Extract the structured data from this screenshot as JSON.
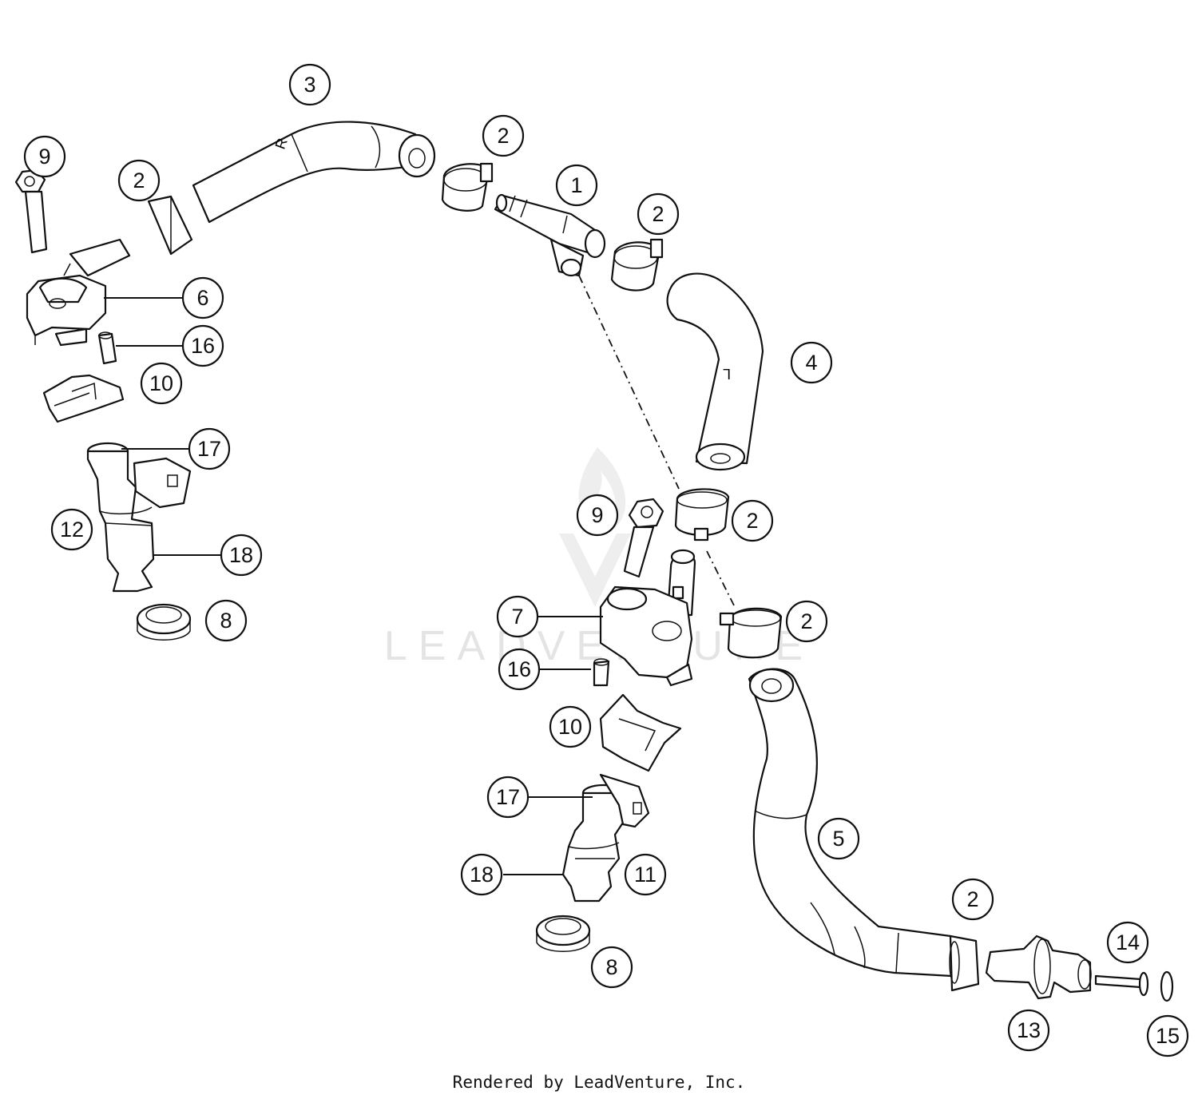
{
  "watermark": {
    "text": "LEADVENTURE",
    "logo_icon": "leadventure-flame-logo"
  },
  "footer": {
    "text": "Rendered by LeadVenture, Inc."
  },
  "hose_marks": {
    "right": "R",
    "left": "L"
  },
  "callouts": [
    {
      "id": "c1",
      "label": "1"
    },
    {
      "id": "c2a",
      "label": "2"
    },
    {
      "id": "c2b",
      "label": "2"
    },
    {
      "id": "c2c",
      "label": "2"
    },
    {
      "id": "c2d",
      "label": "2"
    },
    {
      "id": "c2e",
      "label": "2"
    },
    {
      "id": "c2f",
      "label": "2"
    },
    {
      "id": "c3",
      "label": "3"
    },
    {
      "id": "c4",
      "label": "4"
    },
    {
      "id": "c5",
      "label": "5"
    },
    {
      "id": "c6",
      "label": "6"
    },
    {
      "id": "c7",
      "label": "7"
    },
    {
      "id": "c8a",
      "label": "8"
    },
    {
      "id": "c8b",
      "label": "8"
    },
    {
      "id": "c9a",
      "label": "9"
    },
    {
      "id": "c9b",
      "label": "9"
    },
    {
      "id": "c10a",
      "label": "10"
    },
    {
      "id": "c10b",
      "label": "10"
    },
    {
      "id": "c11",
      "label": "11"
    },
    {
      "id": "c12",
      "label": "12"
    },
    {
      "id": "c13",
      "label": "13"
    },
    {
      "id": "c14",
      "label": "14"
    },
    {
      "id": "c15",
      "label": "15"
    },
    {
      "id": "c16a",
      "label": "16"
    },
    {
      "id": "c16b",
      "label": "16"
    },
    {
      "id": "c17a",
      "label": "17"
    },
    {
      "id": "c17b",
      "label": "17"
    },
    {
      "id": "c18a",
      "label": "18"
    },
    {
      "id": "c18b",
      "label": "18"
    }
  ]
}
